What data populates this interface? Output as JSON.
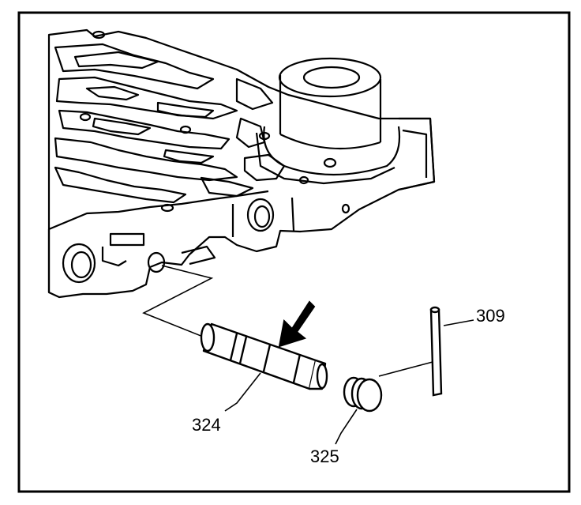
{
  "diagram": {
    "labels": {
      "pin": "309",
      "valve": "324",
      "plug": "325"
    },
    "colors": {
      "ink": "#000000",
      "paper": "#ffffff"
    }
  }
}
